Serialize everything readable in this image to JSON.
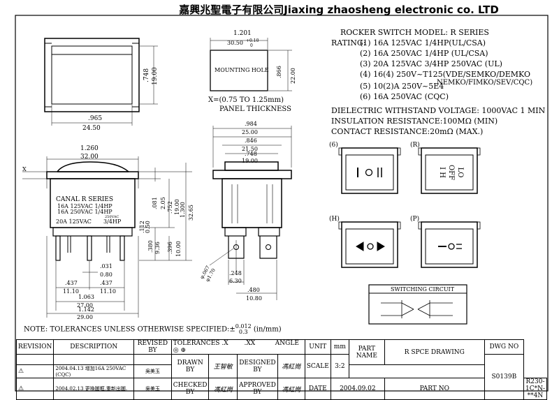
{
  "header": {
    "title": "嘉興兆聖電子有限公司Jiaxing zhaosheng electronic co. LTD"
  },
  "spec": {
    "model": "ROCKER SWITCH MODEL: R SERIES",
    "rating_label": "RATING:",
    "ratings": [
      "(1) 16A 125VAC 1/4HP(UL/CSA)",
      "(2) 16A 250VAC 1/4HP (UL/CSA)",
      "(3) 20A 125VAC 3/4HP 250VAC (UL)",
      "(4) 16(4) 250V~T125(VDE/SEMKO/DEMKO",
      "NEMKO/FIMKO/SEV/CQC)",
      "(5) 10(2)A 250V~5E4",
      "(6) 16A 250VAC (CQC)"
    ],
    "dielectric": "DIELECTRIC WITHSTAND VOLTAGE: 1000VAC 1 MIN",
    "insulation": "INSULATION RESISTANCE:100MΩ   (MIN)",
    "contact": "CONTACT RESISTANCE:20mΩ   (MAX.)"
  },
  "panel": {
    "dim_top_in": "1.201",
    "dim_top_mm": "30.50",
    "tol_plus": "+0.10",
    "tol_zero": "0",
    "hole_label": "MOUNTING HOLE",
    "dim_right_in": ".866",
    "dim_right_mm": "22.00",
    "thickness": "X=(0.75 TO 1.25mm)",
    "thickness_label": "PANEL THICKNESS"
  },
  "top_view": {
    "w_in": ".965",
    "w_mm": "24.50",
    "h_in": ".748",
    "h_mm": "19.00"
  },
  "front_view": {
    "w_in": "1.260",
    "w_mm": "32.00",
    "x_label": "X",
    "label_line1": "CANAL  R  SERIES",
    "label_line2": "16A 125VAC 1/4HP",
    "label_line3": "16A 250VAC 1/4HP",
    "label_line4": "20A 125VAC",
    "label_line5": "3/4HP",
    "label_line6": "250VAC",
    "dims_v": [
      ".081",
      "2.05",
      ".112",
      "0.50",
      ".752",
      "19.00",
      "1.300",
      "32.65",
      ".380",
      "9.36",
      ".396",
      "10.00"
    ],
    "d031": ".031",
    "d080": "0.80",
    "d437a": ".437",
    "d1110a": "11.10",
    "d437b": ".437",
    "d1110b": "11.10",
    "d1063": "1.063",
    "d2700": "27.00",
    "d1142": "1.142",
    "d2900": "29.00"
  },
  "side_view": {
    "d984": ".984",
    "d2500": "25.00",
    "d846": ".846",
    "d2150": "21.50",
    "d748": ".748",
    "d1900": "19.00",
    "d067": "φ.067",
    "d170": "φ1.70",
    "d248": ".248",
    "d630": "6.30",
    "d480": ".480",
    "d1080": "10.80"
  },
  "actuators": [
    {
      "tag": "(6)"
    },
    {
      "tag": "(R)",
      "t1": "I H",
      "t2": "OFF",
      "t3": "LO"
    },
    {
      "tag": "(H)"
    },
    {
      "tag": "(P)"
    }
  ],
  "circuit": {
    "label": "SWITCHING CIRCUIT"
  },
  "note": "NOTE: TOLERANCES UNLESS OTHERWISE SPECIFIED:±0.012/0.3 (in/mm)",
  "tol_num": "0.012",
  "tol_den": "0.3",
  "tol_prefix": "NOTE: TOLERANCES UNLESS OTHERWISE SPECIFIED:±",
  "tol_unit": "(in/mm)",
  "title_block": {
    "revision": "REVISION",
    "description": "DESCRIPTION",
    "revised_by": "REVISED BY",
    "tolerances": "TOLERANCES .X",
    "xx": ".XX",
    "angle": "ANGLE",
    "unit": "UNIT",
    "unit_val": "mm",
    "part_name_label": "PART NAME",
    "part_name": "R SPCE DRAWING",
    "dwg_no_label": "DWG NO",
    "dwg_no": "S0139B",
    "rev1_date": "2004.04.13",
    "rev1_desc": "增加16A 250VAC (CQC)",
    "rev1_by": "吳美玉",
    "rev2_date": "2004.02.13",
    "rev2_desc": "更換圖框,重新出圖.",
    "rev2_by": "吳美玉",
    "drawn_by": "DRAWN BY",
    "drawn_name": "王智敏",
    "designed_by": "DESIGNED BY",
    "designed_name": "馮紅崗",
    "scale": "SCALE",
    "scale_val": "3:2",
    "checked_by": "CHECKED BY",
    "checked_name": "馮紅崗",
    "approved_by": "APPROVED BY",
    "approved_name": "馮紅崗",
    "date": "DATE",
    "date_val": "2004.09.02",
    "part_no_label": "PART NO",
    "part_no": "R230-1C*N-**4N"
  }
}
